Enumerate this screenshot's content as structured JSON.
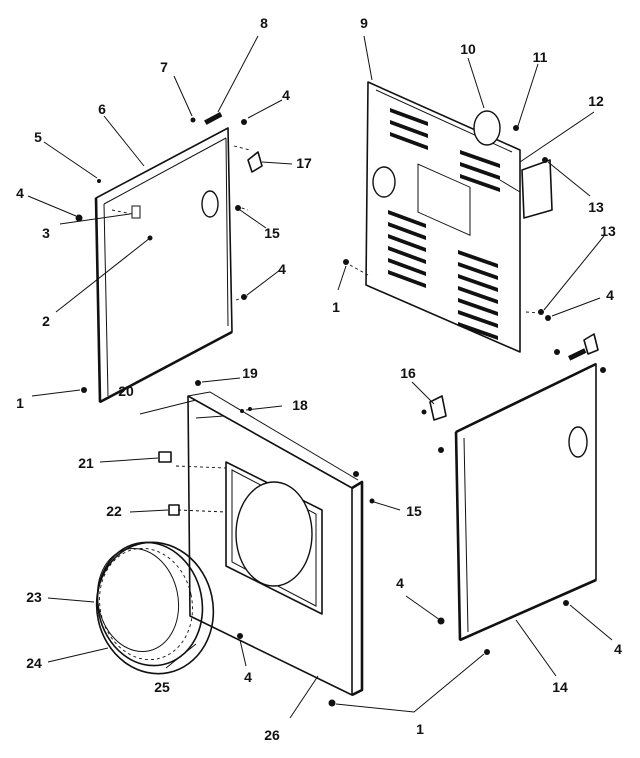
{
  "callouts": [
    {
      "id": "c1a",
      "text": "1"
    },
    {
      "id": "c1b",
      "text": "1"
    },
    {
      "id": "c1c",
      "text": "1"
    },
    {
      "id": "c2",
      "text": "2"
    },
    {
      "id": "c3",
      "text": "3"
    },
    {
      "id": "c4a",
      "text": "4"
    },
    {
      "id": "c4b",
      "text": "4"
    },
    {
      "id": "c4c",
      "text": "4"
    },
    {
      "id": "c4d",
      "text": "4"
    },
    {
      "id": "c4e",
      "text": "4"
    },
    {
      "id": "c4f",
      "text": "4"
    },
    {
      "id": "c4g",
      "text": "4"
    },
    {
      "id": "c5",
      "text": "5"
    },
    {
      "id": "c6",
      "text": "6"
    },
    {
      "id": "c7",
      "text": "7"
    },
    {
      "id": "c8",
      "text": "8"
    },
    {
      "id": "c9",
      "text": "9"
    },
    {
      "id": "c10",
      "text": "10"
    },
    {
      "id": "c11",
      "text": "11"
    },
    {
      "id": "c12",
      "text": "12"
    },
    {
      "id": "c13a",
      "text": "13"
    },
    {
      "id": "c13b",
      "text": "13"
    },
    {
      "id": "c14",
      "text": "14"
    },
    {
      "id": "c15a",
      "text": "15"
    },
    {
      "id": "c15b",
      "text": "15"
    },
    {
      "id": "c16",
      "text": "16"
    },
    {
      "id": "c17",
      "text": "17"
    },
    {
      "id": "c18",
      "text": "18"
    },
    {
      "id": "c19",
      "text": "19"
    },
    {
      "id": "c20",
      "text": "20"
    },
    {
      "id": "c21",
      "text": "21"
    },
    {
      "id": "c22",
      "text": "22"
    },
    {
      "id": "c23",
      "text": "23"
    },
    {
      "id": "c24",
      "text": "24"
    },
    {
      "id": "c25",
      "text": "25"
    },
    {
      "id": "c26",
      "text": "26"
    }
  ]
}
